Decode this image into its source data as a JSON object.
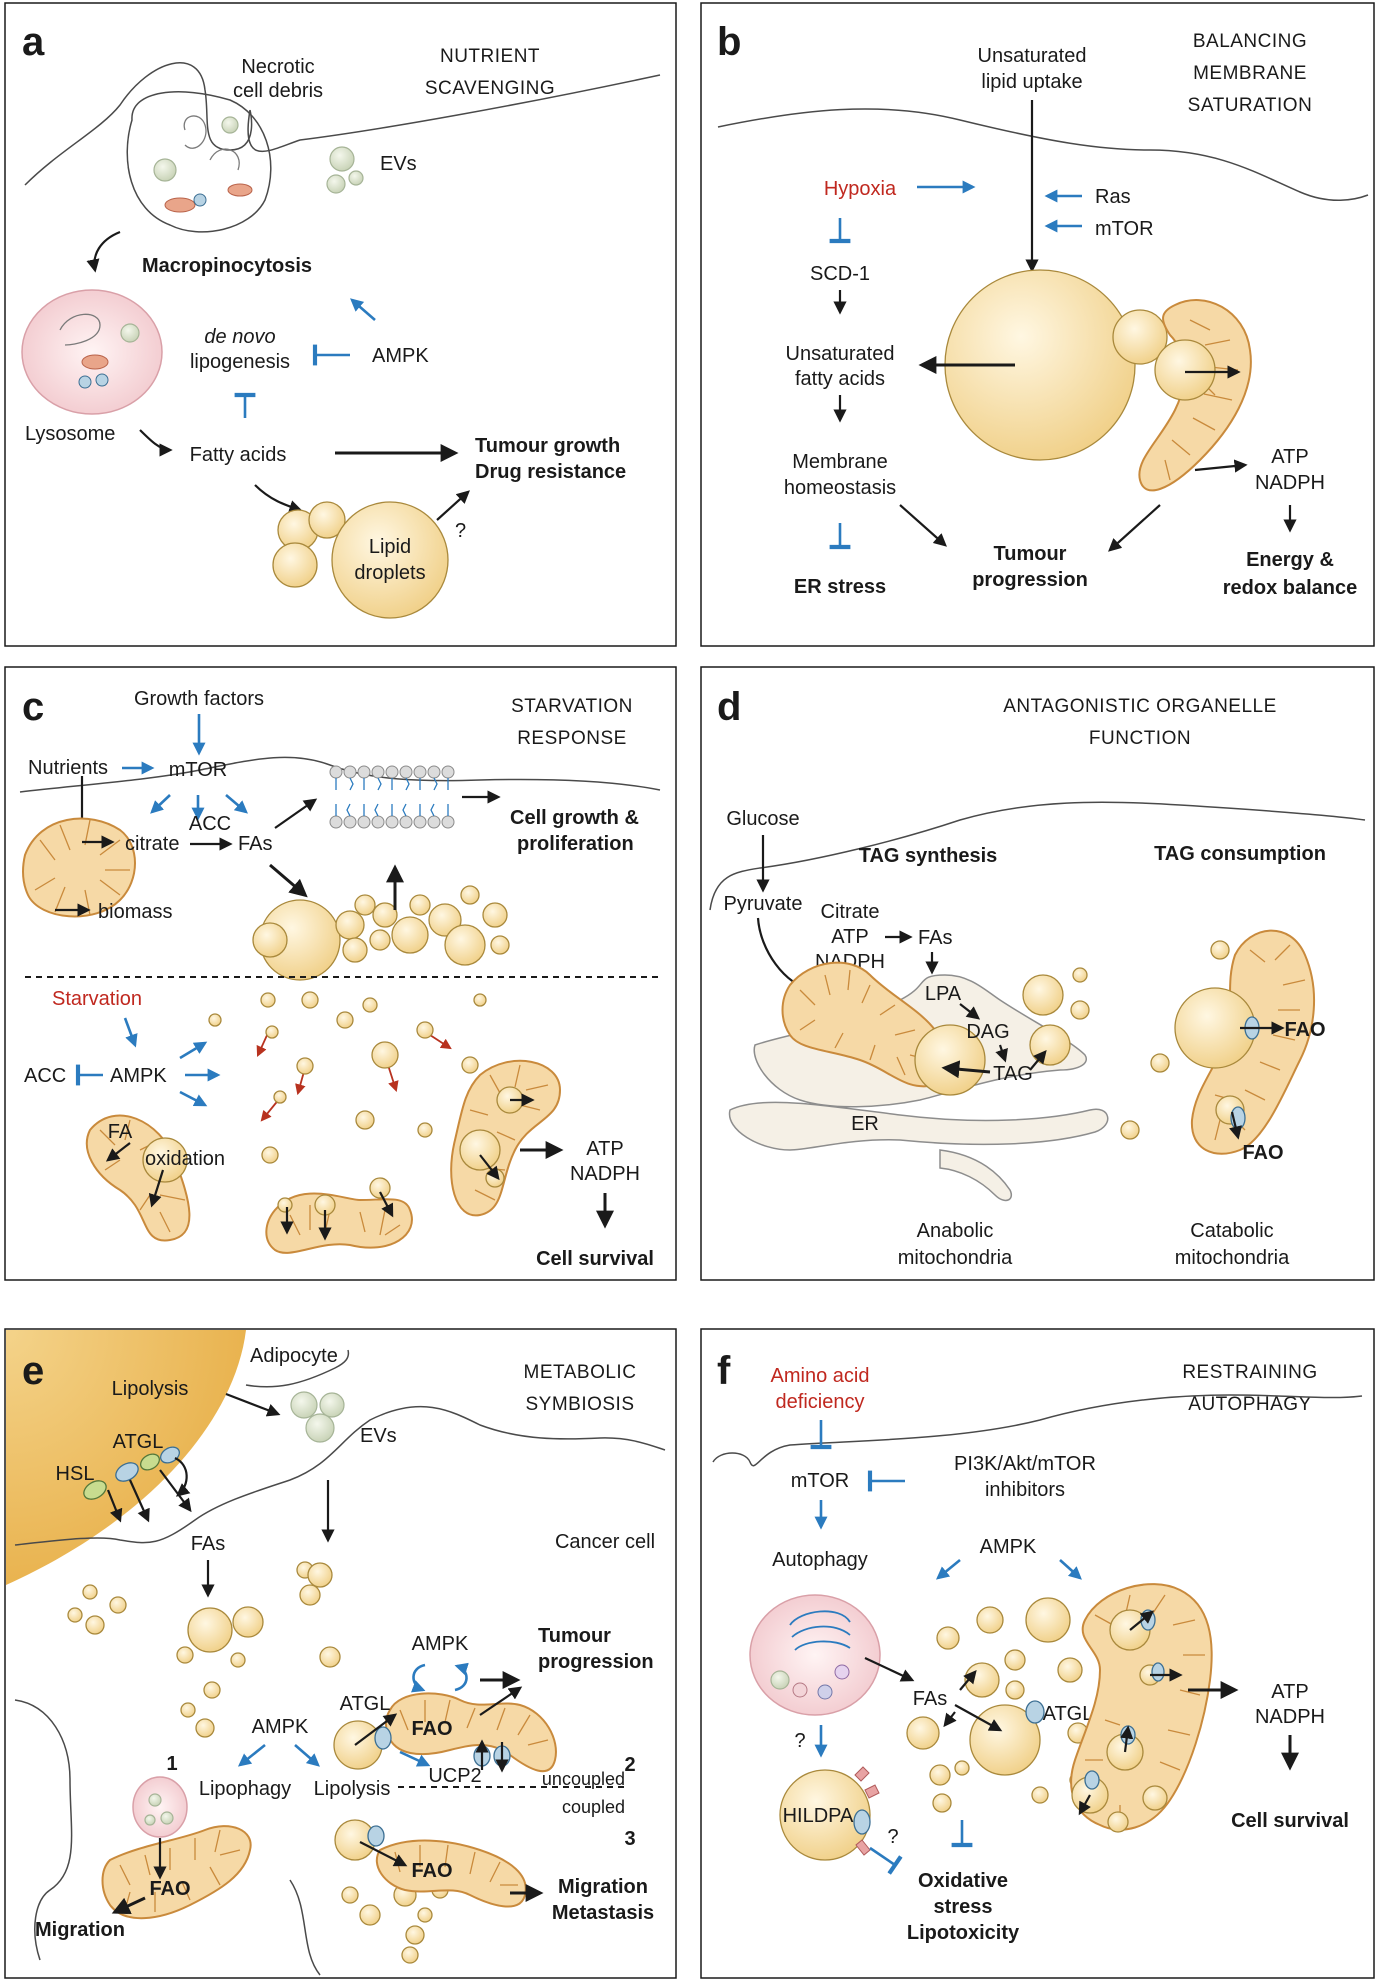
{
  "panel_a": {
    "letter": "a",
    "title_1": "NUTRIENT",
    "title_2": "SCAVENGING",
    "necrotic_1": "Necrotic",
    "necrotic_2": "cell debris",
    "evs": "EVs",
    "macropinocytosis": "Macropinocytosis",
    "denovo_1": "de novo",
    "denovo_2": "lipogenesis",
    "ampk": "AMPK",
    "lysosome": "Lysosome",
    "fatty_acids": "Fatty acids",
    "tumour_growth": "Tumour growth",
    "drug_resistance": "Drug resistance",
    "lipid_1": "Lipid",
    "lipid_2": "droplets",
    "question": "?"
  },
  "panel_b": {
    "letter": "b",
    "title_1": "BALANCING",
    "title_2": "MEMBRANE",
    "title_3": "SATURATION",
    "uptake_1": "Unsaturated",
    "uptake_2": "lipid uptake",
    "hypoxia": "Hypoxia",
    "ras": "Ras",
    "mtor": "mTOR",
    "scd1": "SCD-1",
    "ufa_1": "Unsaturated",
    "ufa_2": "fatty acids",
    "mh_1": "Membrane",
    "mh_2": "homeostasis",
    "er_stress": "ER stress",
    "tp_1": "Tumour",
    "tp_2": "progression",
    "atp": "ATP",
    "nadph": "NADPH",
    "energy_1": "Energy &",
    "energy_2": "redox balance"
  },
  "panel_c": {
    "letter": "c",
    "title_1": "STARVATION",
    "title_2": "RESPONSE",
    "growth_factors": "Growth factors",
    "nutrients": "Nutrients",
    "mtor": "mTOR",
    "acc_top": "ACC",
    "citrate": "citrate",
    "fas": "FAs",
    "biomass": "biomass",
    "growth_1": "Cell growth &",
    "growth_2": "proliferation",
    "starvation": "Starvation",
    "acc": "ACC",
    "ampk": "AMPK",
    "fa_ox_1": "FA",
    "fa_ox_2": "oxidation",
    "atp": "ATP",
    "nadph": "NADPH",
    "survival": "Cell survival"
  },
  "panel_d": {
    "letter": "d",
    "title_1": "ANTAGONISTIC ORGANELLE",
    "title_2": "FUNCTION",
    "glucose": "Glucose",
    "tag_synth": "TAG synthesis",
    "tag_cons": "TAG consumption",
    "pyruvate": "Pyruvate",
    "citrate": "Citrate",
    "atp": "ATP",
    "nadph": "NADPH",
    "fas": "FAs",
    "lpa": "LPA",
    "dag": "DAG",
    "tag": "TAG",
    "er": "ER",
    "fao_1": "FAO",
    "fao_2": "FAO",
    "anabolic_1": "Anabolic",
    "anabolic_2": "mitochondria",
    "catabolic_1": "Catabolic",
    "catabolic_2": "mitochondria"
  },
  "panel_e": {
    "letter": "e",
    "title_1": "METABOLIC",
    "title_2": "SYMBIOSIS",
    "adipocyte": "Adipocyte",
    "lipolysis_top": "Lipolysis",
    "atgl_top": "ATGL",
    "hsl": "HSL",
    "evs": "EVs",
    "fas": "FAs",
    "cancer_cell": "Cancer cell",
    "ampk_top": "AMPK",
    "tumour_1": "Tumour",
    "tumour_2": "progression",
    "atgl": "ATGL",
    "fao_top": "FAO",
    "ucp2": "UCP2",
    "ampk": "AMPK",
    "num1": "1",
    "lipophagy": "Lipophagy",
    "lipolysis": "Lipolysis",
    "num2": "2",
    "uncoupled": "uncoupled",
    "coupled": "coupled",
    "num3": "3",
    "fao_left": "FAO",
    "fao_mid": "FAO",
    "migration": "Migration",
    "migration2": "Migration",
    "metastasis": "Metastasis"
  },
  "panel_f": {
    "letter": "f",
    "title_1": "RESTRAINING",
    "title_2": "AUTOPHAGY",
    "aa_1": "Amino acid",
    "aa_2": "deficiency",
    "mtor": "mTOR",
    "inhib_1": "PI3K/Akt/mTOR",
    "inhib_2": "inhibitors",
    "autophagy": "Autophagy",
    "ampk": "AMPK",
    "fas": "FAs",
    "atgl": "ATGL",
    "hildpa": "HILDPA",
    "q1": "?",
    "q2": "?",
    "ox_1": "Oxidative",
    "ox_2": "stress",
    "ox_3": "Lipotoxicity",
    "atp": "ATP",
    "nadph": "NADPH",
    "survival": "Cell survival"
  }
}
